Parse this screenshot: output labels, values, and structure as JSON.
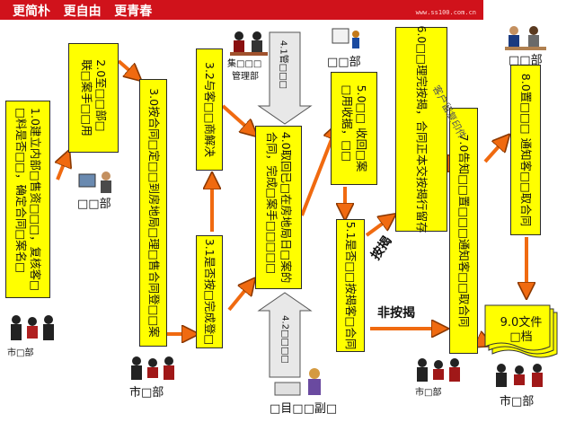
{
  "banner": {
    "title": "更简朴   更自由   更青春",
    "url": "www.ss100.com.cn"
  },
  "boxes": {
    "b1": [
      "1.0建立内部□售资□□□，复核客□",
      "□料是否□□，确定合同□案名□"
    ],
    "b2": [
      "2.0至□□部□",
      "联□案手□□用"
    ],
    "b3": [
      "3.0按合同□定□□到房地局□理□售合同登□□案"
    ],
    "b32": [
      "3.2与客□□商解决"
    ],
    "b31": [
      "3.1是否按□完成登□"
    ],
    "b4": [
      "4.0取回已□在房地局日□案的",
      "合同，完成□案手□□□□□"
    ],
    "b5": [
      "5.0□□ 收回□案",
      "□用收据，□□"
    ],
    "b51": [
      "5.1是否□□按揭客□合同"
    ],
    "b6": [
      "6.0□□理完按揭，合同正本交按揭行留存"
    ],
    "b7": [
      "7.0告知□□置□□□通知客□□取合同"
    ],
    "b8": [
      "8.0置□□□ 通知客□□取合同"
    ],
    "b9": [
      "9.0文件",
      "□档"
    ]
  },
  "labels": {
    "caiwu_top": "□□部",
    "caiwu_mid": "□□部",
    "jituan": "集□□□",
    "guanlibu": "管理部",
    "caiwu_right": "□□部",
    "shichang_left": "市□部",
    "shichang_b2": "市□部",
    "shichang_b3": "市□部",
    "shichang_right": "市□部",
    "xiangmu": "□目□□副□",
    "anjie": "按揭",
    "feianjie": "非按揭",
    "kehu_liucun": "客户留复印件",
    "arrow41": "4.1管□□□",
    "arrow42": "4.2□□□□"
  },
  "colors": {
    "banner": "#d0121b",
    "box": "#ffff00",
    "arrow": "#f06a10",
    "arrow_edge": "#8a3800",
    "grey_arrow": "#e8e8e8"
  },
  "icons": {
    "people": "office-people-icon",
    "document": "document-stack-icon"
  }
}
